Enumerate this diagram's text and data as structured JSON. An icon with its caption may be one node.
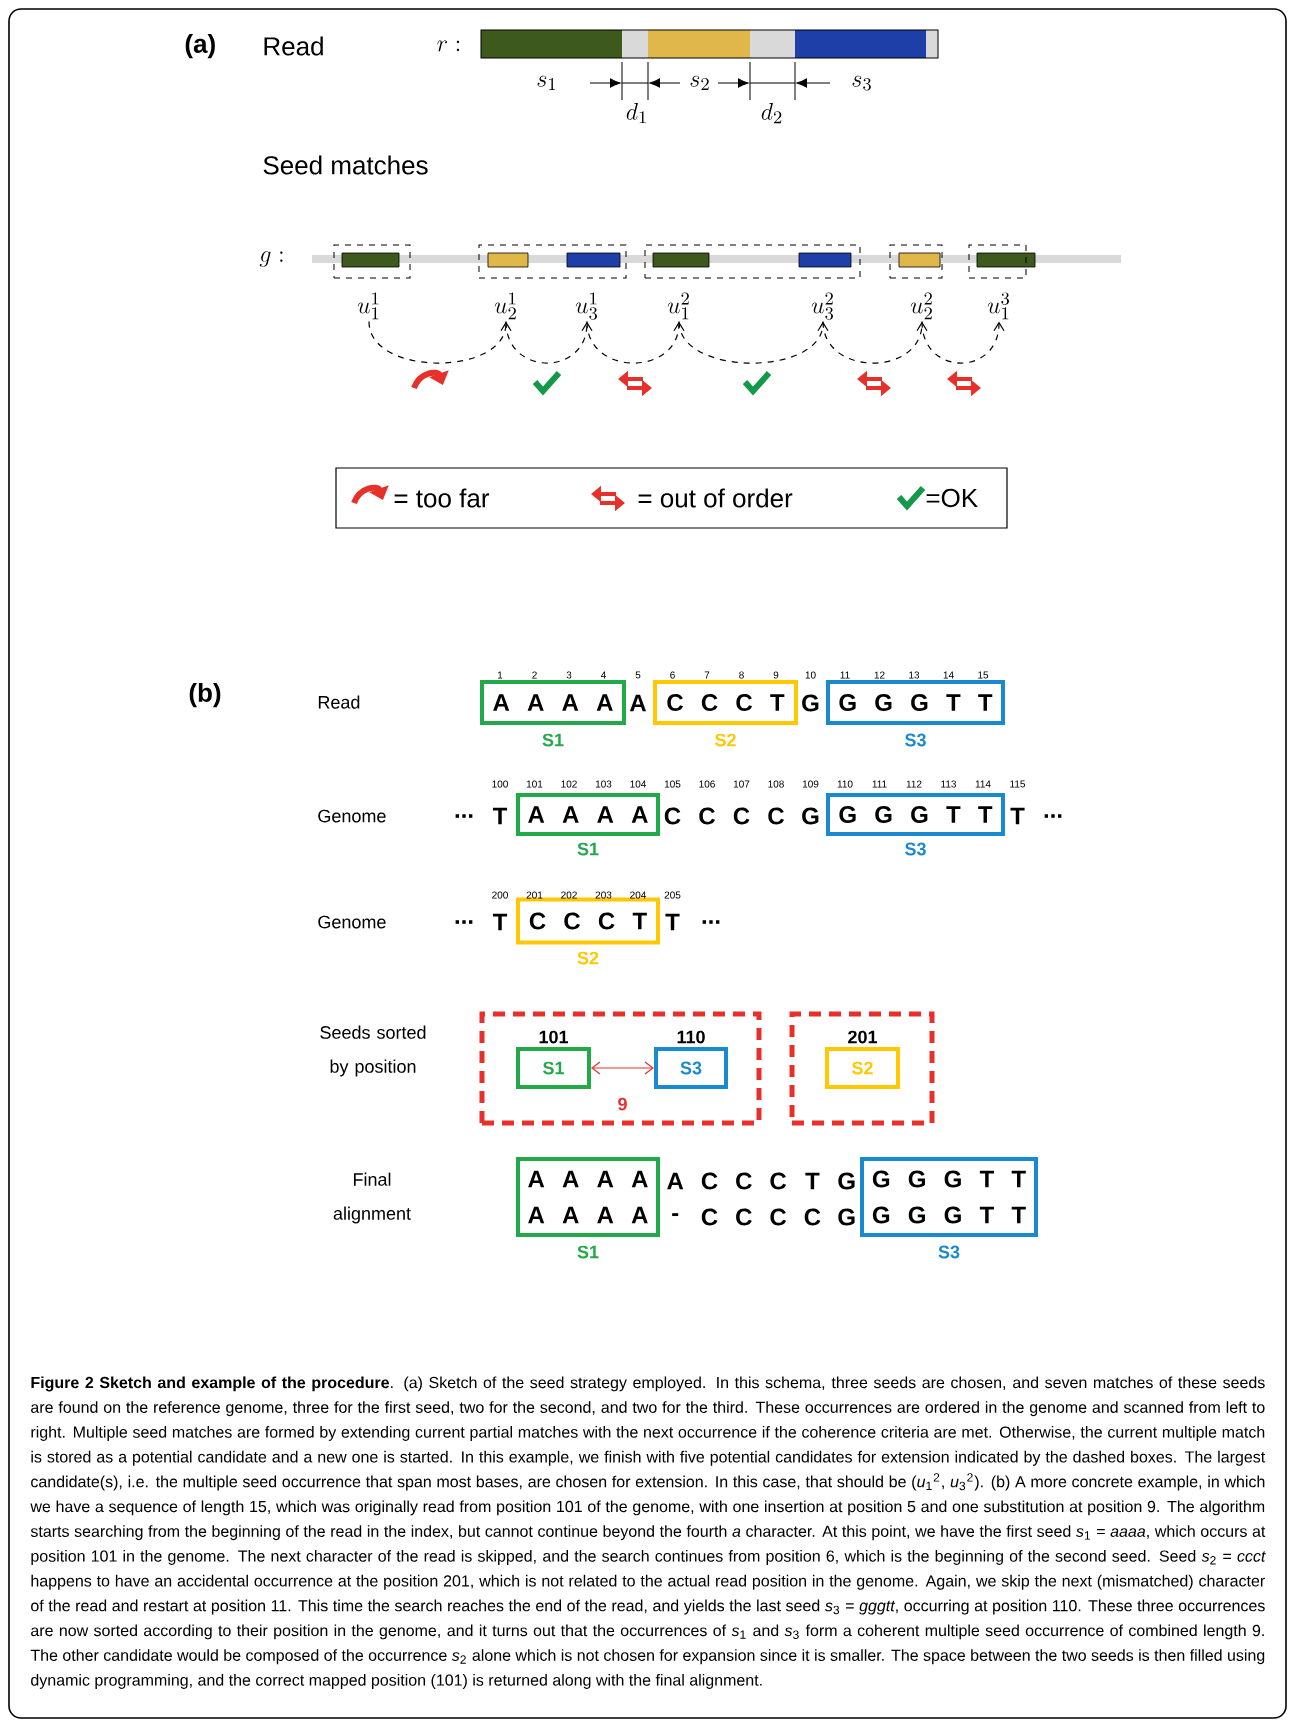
{
  "diagram": {
    "caption": "**Figure 2 Sketch and example of the procedure**. (a) Sketch of the seed strategy employed. In this schema, three seeds are chosen, and seven matches of these seeds are found on the reference genome, three for the first seed, two for the second, and two for the third. These occurrences are ordered in the genome and scanned from left to right. Multiple seed matches are formed by extending current partial matches with the next occurrence if the coherence criteria are met. Otherwise, the current multiple match is stored as a potential candidate and a new one is started. In this example, we finish with five potential candidates for extension indicated by the dashed boxes. The largest candidate(s), i.e. the multiple seed occurrence that span most bases, are chosen for extension. In this case, that should be (*u*$_{1}$$^{2}$, *u*$_{3}$$^{2}$). (b) A more concrete example, in which we have a sequence of length 15, which was originally read from position 101 of the genome, with one insertion at position 5 and one substitution at position 9. The algorithm starts searching from the beginning of the read in the index, but cannot continue beyond the fourth *a* character. At this point, we have the first seed *s*$_{1}$ = *aaaa*, which occurs at position 101 in the genome. The next character of the read is skipped, and the search continues from position 6, which is the beginning of the second seed. Seed *s*$_{2}$ = *ccct* happens to have an accidental occurrence at the position 201, which is not related to the actual read position in the genome. Again, we skip the next (mismatched) character of the read and restart at position 11. This time the search reaches the end of the read, and yields the last seed *s*$_{3}$ = *gggtt*, occurring at position 110. These three occurrences are now sorted according to their position in the genome, and it turns out that the occurrences of *s*$_{1}$ and *s*$_{3}$ form a coherent multiple seed occurrence of combined length 9. The other candidate would be composed of the occurrence *s*$_{2}$ alone which is not chosen for expansion since it is smaller. The space between the two seeds is then filled using dynamic programming, and the correct mapped position (101) is returned along with the final alignment.",
    "nodes": [
      {
        "text": [
          "u_1^1"
        ]
      },
      {
        "text": [
          "u_2^1"
        ]
      },
      {
        "text": [
          "u_3^1"
        ]
      },
      {
        "text": [
          "u_1^2"
        ]
      },
      {
        "text": [
          "u_3^2"
        ]
      },
      {
        "text": [
          "u_2^2"
        ]
      },
      {
        "text": [
          "u_1^3"
        ]
      },
      {
        "text": [
          "A A A A"
        ],
        "beside": [
          "S1"
        ]
      },
      {
        "text": [
          "C C C T"
        ],
        "beside": [
          "S2"
        ]
      },
      {
        "text": [
          "G G G T T"
        ],
        "beside": [
          "S3"
        ]
      },
      {
        "text": [
          "A A A A"
        ],
        "beside": [
          "S1"
        ]
      },
      {
        "text": [
          "G G G T T"
        ],
        "beside": [
          "S3"
        ]
      },
      {
        "text": [
          "C C C T"
        ],
        "beside": [
          "S2"
        ]
      },
      {
        "text": [],
        "shape": "box"
      },
      {
        "text": [
          "S1"
        ],
        "in": 13,
        "beside": [
          "101"
        ]
      },
      {
        "text": [
          "S3"
        ],
        "in": 13,
        "beside": [
          "110"
        ]
      },
      {
        "text": [],
        "shape": "box"
      },
      {
        "text": [
          "S2"
        ],
        "in": 16,
        "beside": [
          "201"
        ]
      },
      {
        "text": [
          "A A A A",
          "A A A A"
        ],
        "beside": [
          "S1"
        ]
      },
      {
        "text": [
          "G G G T T",
          "G G G T T"
        ],
        "beside": [
          "S3"
        ]
      },
      {
        "text": [],
        "shape": "box"
      },
      {
        "text": [],
        "shape": "box"
      },
      {
        "text": [],
        "shape": "box"
      },
      {
        "text": [],
        "shape": "box"
      },
      {
        "text": [],
        "shape": "box"
      }
    ],
    "edges": [
      {
        "from": 0,
        "to": 1,
        "arrow": "to",
        "style": "dashed"
      },
      {
        "from": 1,
        "to": 2,
        "arrow": "to",
        "style": "dashed"
      },
      {
        "from": 2,
        "to": 3,
        "arrow": "to",
        "style": "dashed"
      },
      {
        "from": 3,
        "to": 4,
        "arrow": "to",
        "style": "dashed"
      },
      {
        "from": 4,
        "to": 5,
        "arrow": "to",
        "style": "dashed"
      },
      {
        "from": 5,
        "to": 6,
        "arrow": "to",
        "style": "dashed"
      },
      {
        "from": 14,
        "to": 15,
        "arrow": "both",
        "label": "9",
        "color": "#e8302a"
      }
    ],
    "labels": [
      "(a)",
      "Read",
      "r:",
      "s_1",
      "s_2",
      "s_3",
      "d_1",
      "d_2",
      "Seed matches",
      "g:",
      "(b)",
      "Read",
      "1",
      "2",
      "3",
      "4",
      "5",
      "6",
      "7",
      "8",
      "9",
      "10",
      "11",
      "12",
      "13",
      "14",
      "15",
      "A",
      "G",
      "Genome",
      "100",
      "101",
      "102",
      "103",
      "104",
      "105",
      "106",
      "107",
      "108",
      "109",
      "110",
      "111",
      "112",
      "113",
      "114",
      "115",
      "...",
      "T",
      "C",
      "C",
      "C",
      "C",
      "G",
      "T",
      "...",
      "Genome",
      "200",
      "201",
      "202",
      "203",
      "204",
      "205",
      "...",
      "T",
      "T",
      "...",
      "Seeds sorted by position",
      "Final alignment",
      "A",
      "C",
      "C",
      "C",
      "T",
      "G",
      "-",
      "C",
      "C",
      "C",
      "C",
      "G"
    ],
    "legend": [
      {
        "text": "= too far"
      },
      {
        "text": "= out of order"
      },
      {
        "text": "=OK"
      }
    ]
  }
}
